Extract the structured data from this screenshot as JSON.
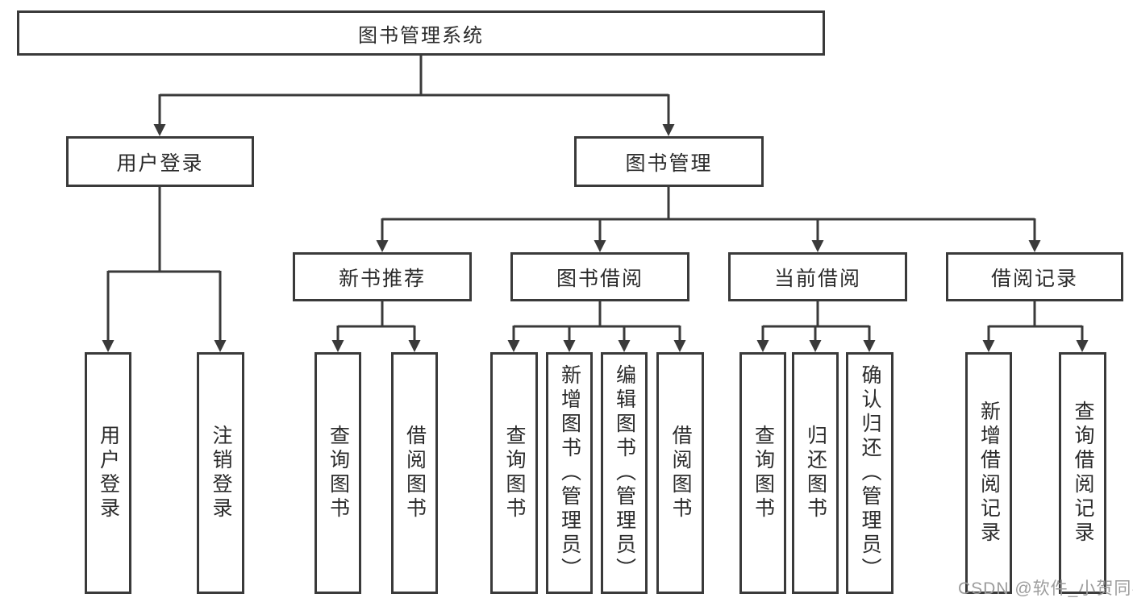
{
  "nodes": {
    "root": "图书管理系统",
    "user_login": "用户登录",
    "book_mgmt": "图书管理",
    "new_book_rec": "新书推荐",
    "book_borrow": "图书借阅",
    "current_borrow": "当前借阅",
    "borrow_record": "借阅记录",
    "leaf_user_login": "用户登录",
    "leaf_logout": "注销登录",
    "leaf_query_book_rec": "查询图书",
    "leaf_borrow_book_rec": "借阅图书",
    "leaf_query_book_borrow": "查询图书",
    "leaf_add_book_admin": "新增图书（管理员）",
    "leaf_edit_book_admin": "编辑图书（管理员）",
    "leaf_borrow_book_borrow": "借阅图书",
    "leaf_query_book_current": "查询图书",
    "leaf_return_book": "归还图书",
    "leaf_confirm_return_admin": "确认归还（管理员）",
    "leaf_add_borrow_record": "新增借阅记录",
    "leaf_query_borrow_record": "查询借阅记录"
  },
  "watermark": "CSDN @软件_小贺同学",
  "colors": {
    "line": "#3a3a3a",
    "text": "#2b2b2b",
    "watermark": "#9c9c9c",
    "background": "#ffffff"
  }
}
